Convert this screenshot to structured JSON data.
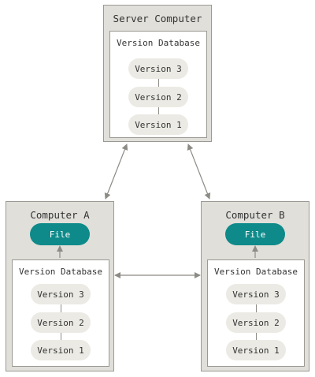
{
  "server": {
    "title": "Server Computer",
    "database": {
      "title": "Version Database",
      "versions": [
        "Version 3",
        "Version 2",
        "Version 1"
      ]
    }
  },
  "computer_a": {
    "title": "Computer A",
    "file_label": "File",
    "database": {
      "title": "Version Database",
      "versions": [
        "Version 3",
        "Version 2",
        "Version 1"
      ]
    }
  },
  "computer_b": {
    "title": "Computer B",
    "file_label": "File",
    "database": {
      "title": "Version Database",
      "versions": [
        "Version 3",
        "Version 2",
        "Version 1"
      ]
    }
  },
  "colors": {
    "box_fill": "#e0dfda",
    "box_border": "#9a9993",
    "version_pill": "#ebeae4",
    "file_pill": "#0e8a8a",
    "arrow": "#8d8b85"
  }
}
